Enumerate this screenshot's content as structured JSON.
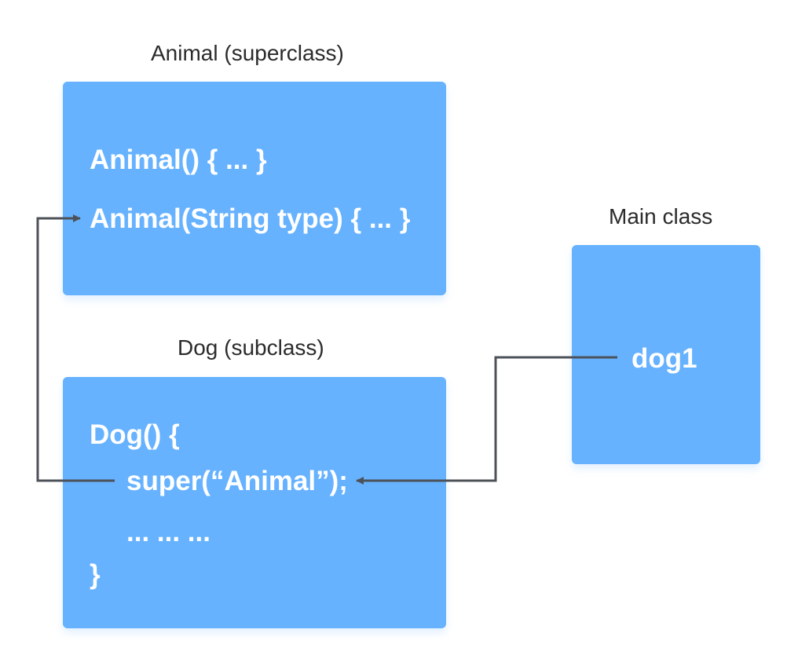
{
  "animal": {
    "caption": "Animal (superclass)",
    "lines": [
      "Animal() { ... }",
      "Animal(String type) { ... }"
    ]
  },
  "dog": {
    "caption": "Dog (subclass)",
    "lines": [
      "Dog() {",
      "super(“Animal”);",
      "... ... ...",
      "}"
    ]
  },
  "main": {
    "caption": "Main class",
    "object": "dog1"
  },
  "colors": {
    "box_fill": "#66b2ff",
    "arrow": "#4d5259",
    "text_on_box": "#ffffff",
    "caption_text": "#2b2b2b"
  }
}
